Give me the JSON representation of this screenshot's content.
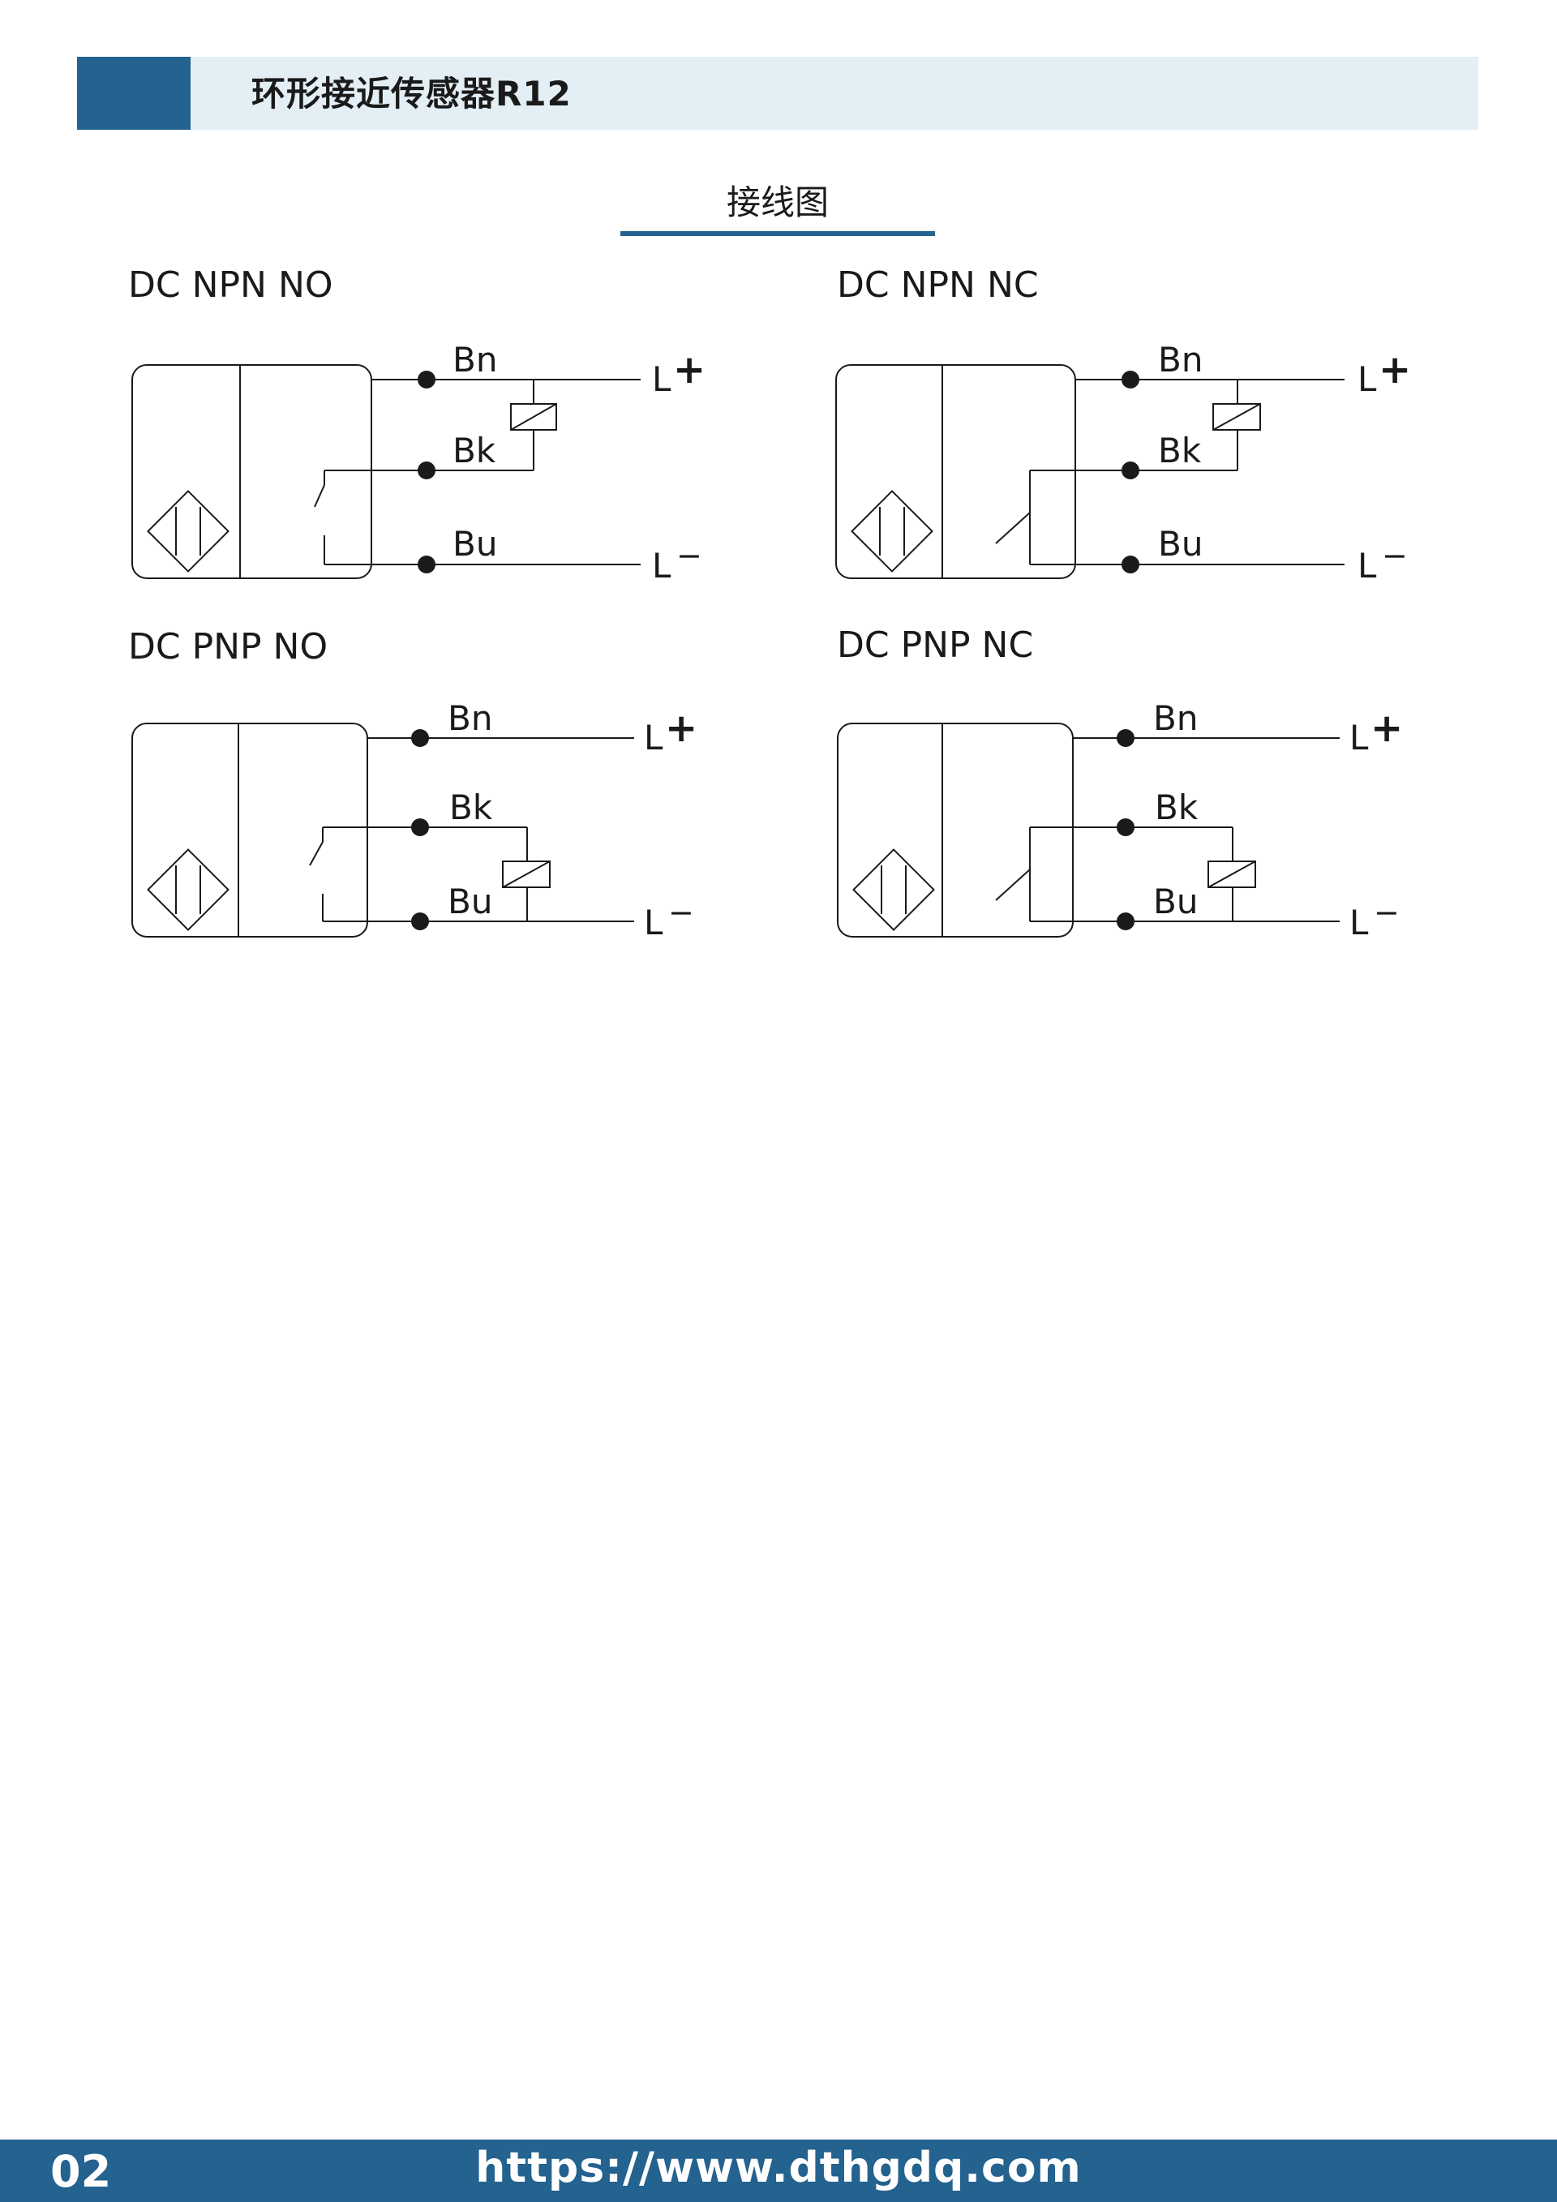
{
  "header": {
    "title": "环形接近传感器R12",
    "accent_color": "#24628f",
    "bar_color": "#e3eef5"
  },
  "section": {
    "title": "接线图"
  },
  "diagrams": [
    {
      "title": "DC NPN NO",
      "wires": {
        "brown": "Bn",
        "black": "Bk",
        "blue": "Bu"
      },
      "terminals": {
        "plus": "L",
        "minus": "L"
      },
      "plus_sign": "+",
      "minus_sign": "−"
    },
    {
      "title": "DC NPN NC",
      "wires": {
        "brown": "Bn",
        "black": "Bk",
        "blue": "Bu"
      },
      "terminals": {
        "plus": "L",
        "minus": "L"
      },
      "plus_sign": "+",
      "minus_sign": "−"
    },
    {
      "title": "DC PNP NO",
      "wires": {
        "brown": "Bn",
        "black": "Bk",
        "blue": "Bu"
      },
      "terminals": {
        "plus": "L",
        "minus": "L"
      },
      "plus_sign": "+",
      "minus_sign": "−"
    },
    {
      "title": "DC PNP NC",
      "wires": {
        "brown": "Bn",
        "black": "Bk",
        "blue": "Bu"
      },
      "terminals": {
        "plus": "L",
        "minus": "L"
      },
      "plus_sign": "+",
      "minus_sign": "−"
    }
  ],
  "footer": {
    "page_number": "02",
    "website": "https://www.dthgdq.com",
    "color": "#24628f"
  }
}
